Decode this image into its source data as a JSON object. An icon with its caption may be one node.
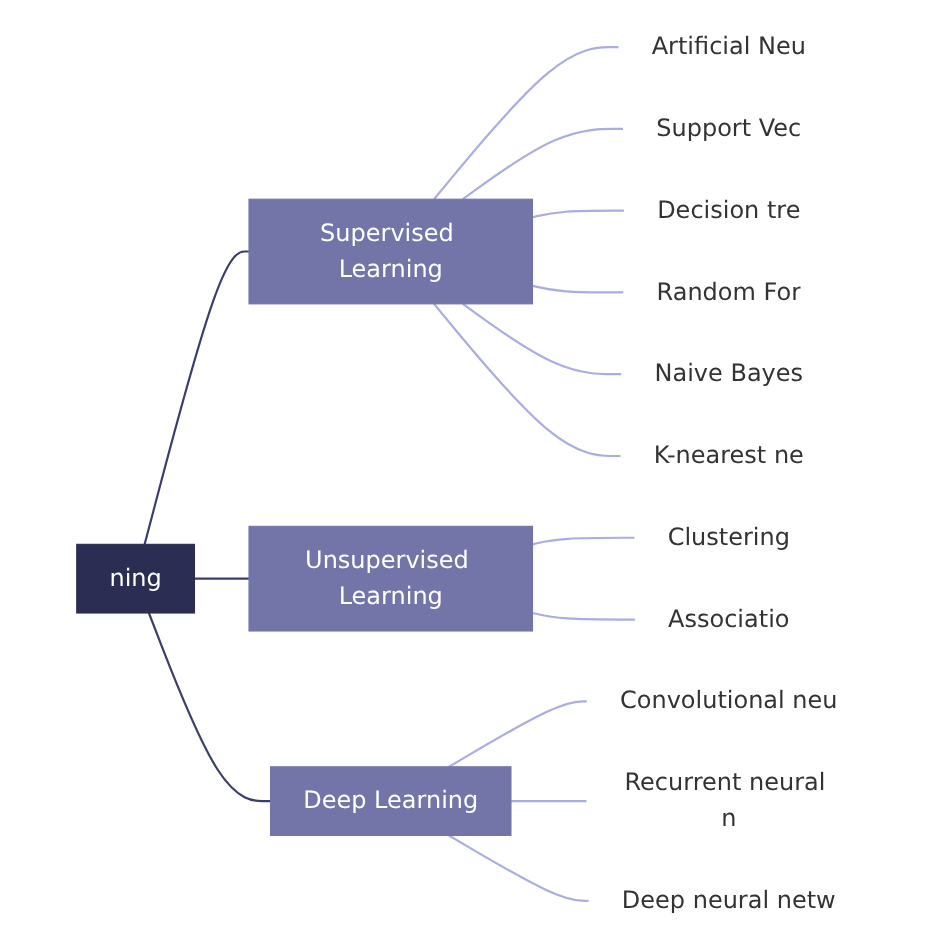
{
  "diagram": {
    "nodes": [
      {
        "text": [
          "ning"
        ]
      },
      {
        "text": [
          "Supervised Learning"
        ]
      },
      {
        "text": [
          "Artificial Neu"
        ]
      },
      {
        "text": [
          "Support Vec"
        ]
      },
      {
        "text": [
          "Decision tre"
        ]
      },
      {
        "text": [
          "Random For"
        ]
      },
      {
        "text": [
          "Naive Bayes"
        ]
      },
      {
        "text": [
          "K-nearest ne"
        ]
      },
      {
        "text": [
          "Unsupervised Learning"
        ]
      },
      {
        "text": [
          "Clustering"
        ]
      },
      {
        "text": [
          "Associatio"
        ]
      },
      {
        "text": [
          "Deep Learning"
        ]
      },
      {
        "text": [
          "Convolutional neu"
        ]
      },
      {
        "text": [
          "Recurrent neural n"
        ]
      },
      {
        "text": [
          "Deep neural netw"
        ]
      }
    ],
    "edges": [
      {
        "from": 0,
        "to": 1,
        "arrow": "none",
        "color": "#3b3e6b"
      },
      {
        "from": 1,
        "to": 2,
        "arrow": "none"
      },
      {
        "from": 1,
        "to": 3,
        "arrow": "none"
      },
      {
        "from": 1,
        "to": 4,
        "arrow": "none"
      },
      {
        "from": 1,
        "to": 5,
        "arrow": "none"
      },
      {
        "from": 1,
        "to": 6,
        "arrow": "none"
      },
      {
        "from": 1,
        "to": 7,
        "arrow": "none"
      },
      {
        "from": 0,
        "to": 8,
        "arrow": "none",
        "color": "#3b3e6b"
      },
      {
        "from": 8,
        "to": 9,
        "arrow": "none"
      },
      {
        "from": 8,
        "to": 10,
        "arrow": "none"
      },
      {
        "from": 0,
        "to": 11,
        "arrow": "none",
        "color": "#3b3e6b"
      },
      {
        "from": 11,
        "to": 12,
        "arrow": "none"
      },
      {
        "from": 11,
        "to": 13,
        "arrow": "none"
      },
      {
        "from": 11,
        "to": 14,
        "arrow": "none"
      }
    ]
  }
}
